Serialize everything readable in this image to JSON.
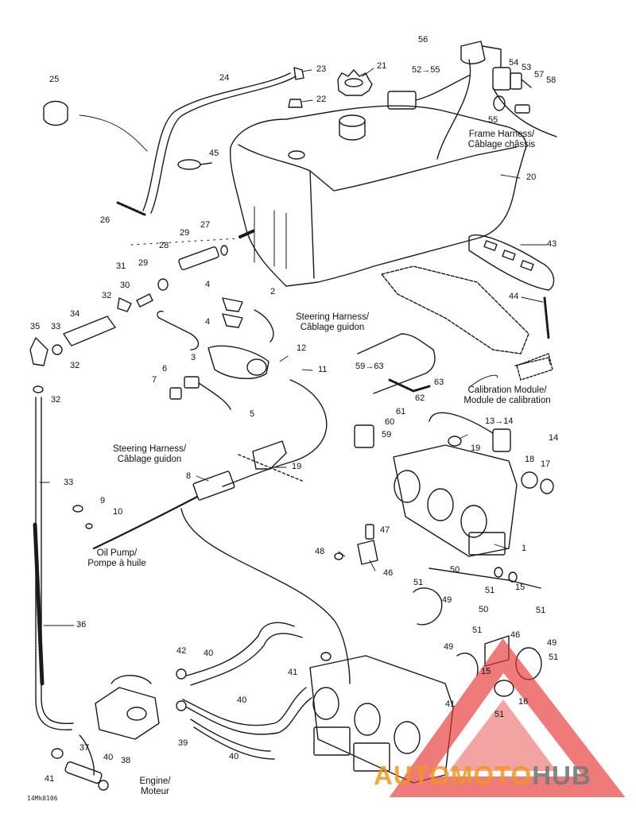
{
  "drawing_code": "14Mk0106",
  "watermark": {
    "part1": "AUTOMOTO",
    "part2": "HUB",
    "accent_color": "#f0961e",
    "triangle_color": "#e63232"
  },
  "labels": {
    "frame_harness_en": "Frame Harness/",
    "frame_harness_fr": "Câblage châssis",
    "steering_harness_top_en": "Steering Harness/",
    "steering_harness_top_fr": "Câblage guidon",
    "steering_harness_mid_en": "Steering Harness/",
    "steering_harness_mid_fr": "Câblage guidon",
    "calibration_en": "Calibration Module/",
    "calibration_fr": "Module de calibration",
    "oil_pump_en": "Oil Pump/",
    "oil_pump_fr": "Pompe à huile",
    "engine_en": "Engine/",
    "engine_fr": "Moteur"
  },
  "callouts": {
    "n56": "56",
    "n52_55": "52→55",
    "n54": "54",
    "n53": "53",
    "n57": "57",
    "n58": "58",
    "n55": "55",
    "n21": "21",
    "n23": "23",
    "n24": "24",
    "n22": "22",
    "n25": "25",
    "n45": "45",
    "n20": "20",
    "n26": "26",
    "n27": "27",
    "n29a": "29",
    "n28": "28",
    "n31": "31",
    "n29b": "29",
    "n30": "30",
    "n32a": "32",
    "n34": "34",
    "n35": "35",
    "n33a": "33",
    "n32b": "32",
    "n32c": "32",
    "n4a": "4",
    "n2": "2",
    "n4b": "4",
    "n3": "3",
    "n6": "6",
    "n7": "7",
    "n5": "5",
    "n12": "12",
    "n11": "11",
    "n43": "43",
    "n44": "44",
    "n59_63": "59→63",
    "n63": "63",
    "n62": "62",
    "n61": "61",
    "n60": "60",
    "n59": "59",
    "n13_14": "13→14",
    "n14": "14",
    "n19a": "19",
    "n18": "18",
    "n17": "17",
    "n19b": "19",
    "n8": "8",
    "n9": "9",
    "n10": "10",
    "n33b": "33",
    "n47": "47",
    "n48": "48",
    "n46a": "46",
    "n1": "1",
    "n50a": "50",
    "n51a": "51",
    "n49a": "49",
    "n15a": "15",
    "n51b": "51",
    "n50b": "50",
    "n51c": "51",
    "n46b": "46",
    "n49b": "49",
    "n51d": "51",
    "n49c": "49",
    "n51e": "51",
    "n15b": "15",
    "n16": "16",
    "n51f": "51",
    "n36": "36",
    "n42": "42",
    "n40a": "40",
    "n41a": "41",
    "n40b": "40",
    "n40c": "40",
    "n41b": "41",
    "n37": "37",
    "n39": "39",
    "n38": "38",
    "n40d": "40",
    "n41c": "41"
  }
}
